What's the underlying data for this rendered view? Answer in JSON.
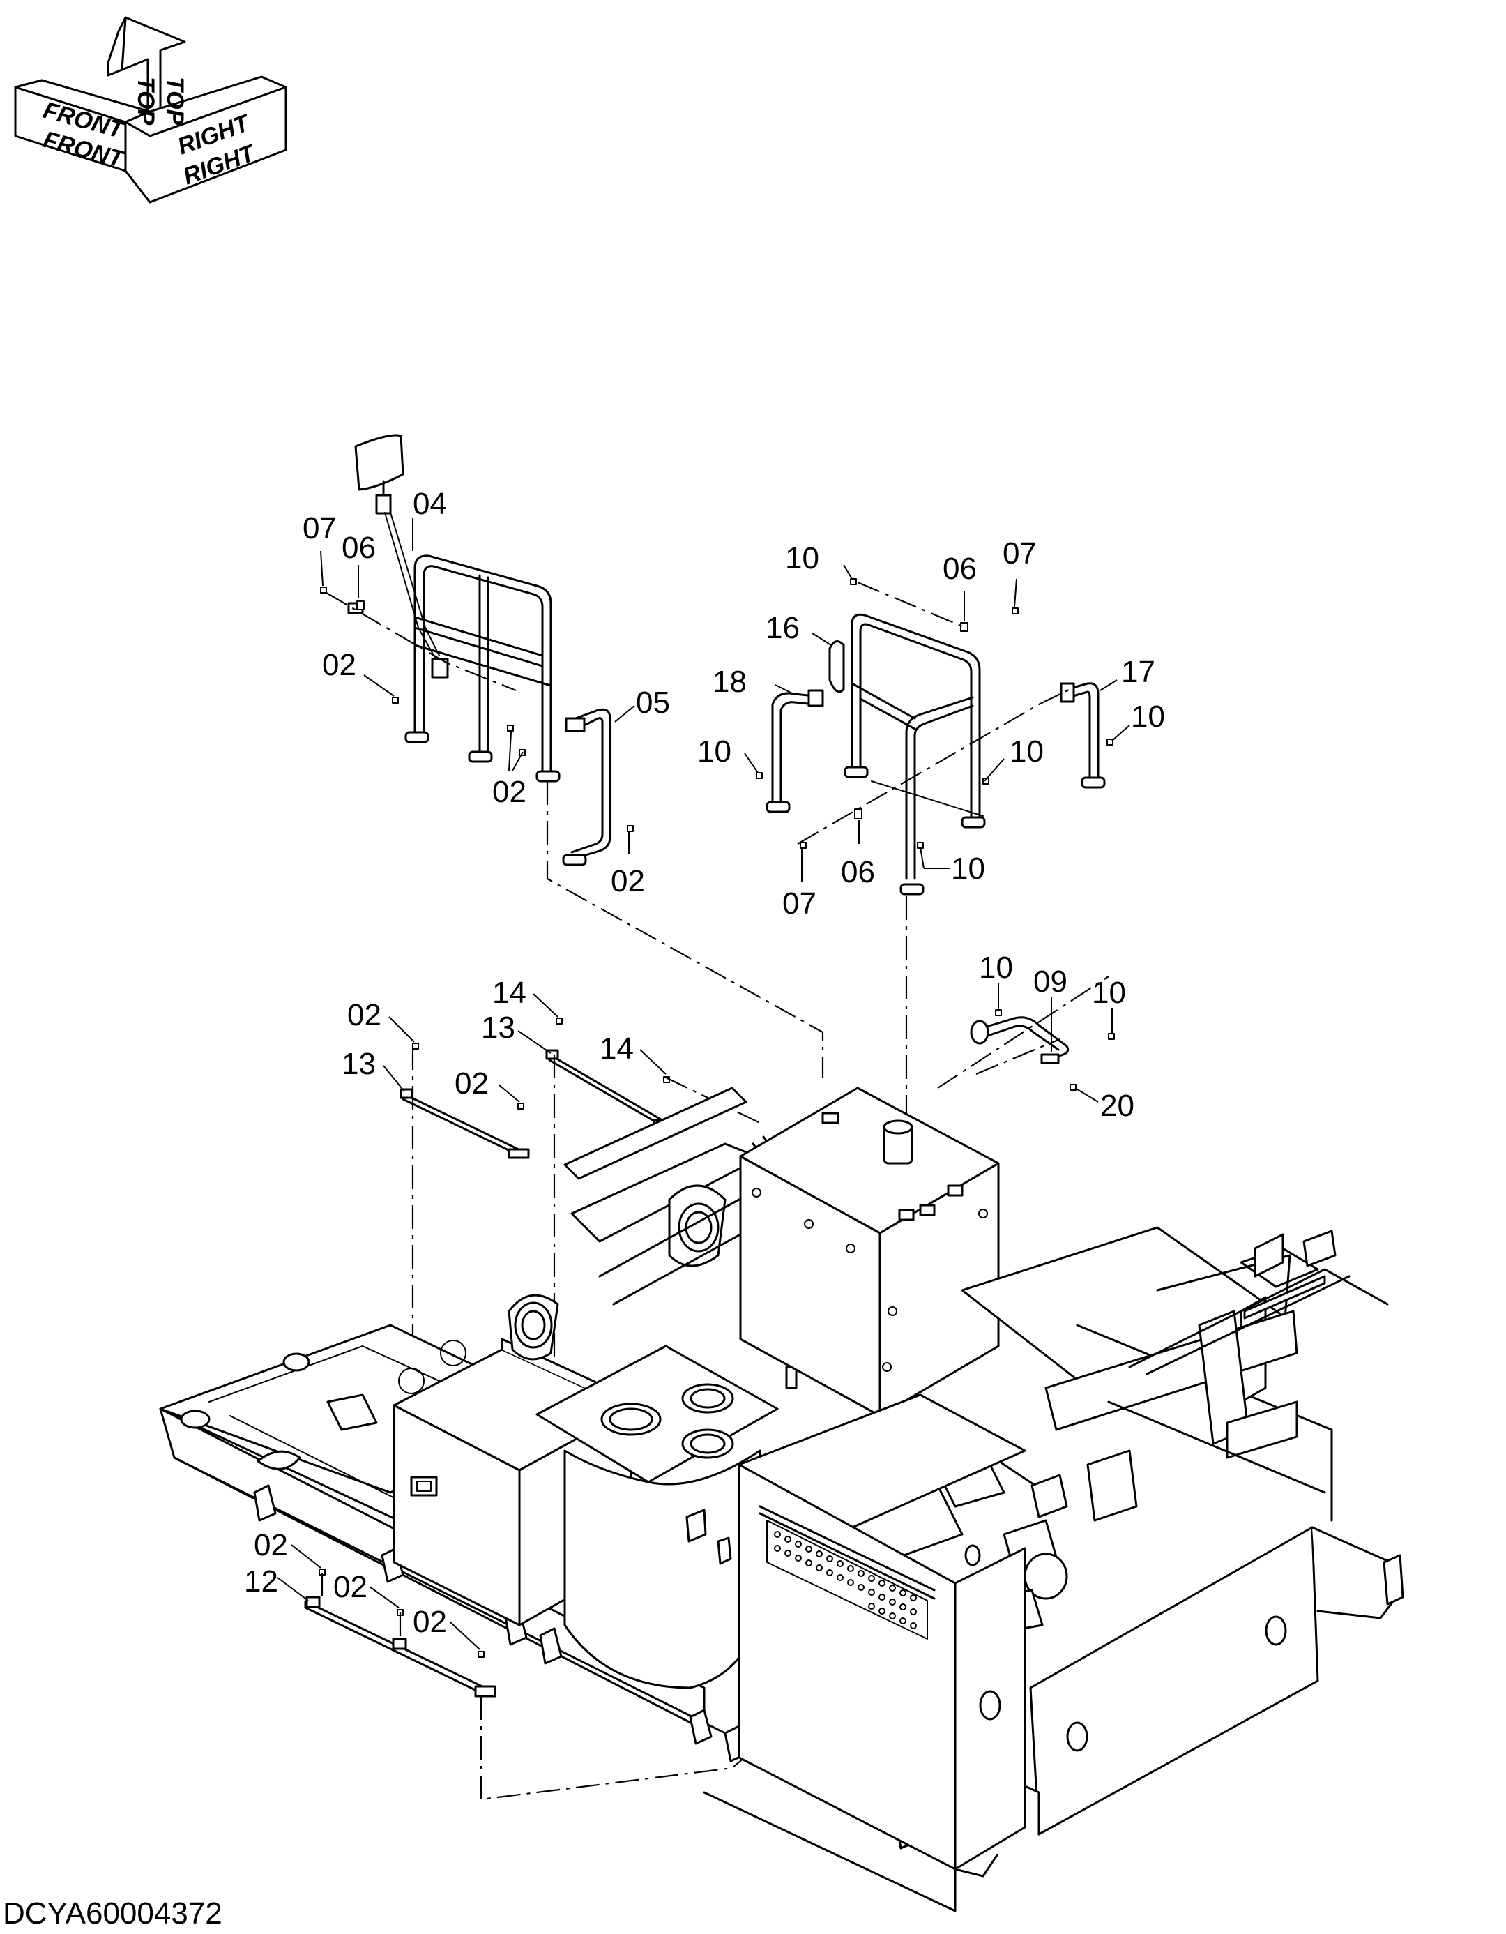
{
  "drawing_code": "DCYA60004372",
  "orientation": {
    "front_labels": [
      "FRONT",
      "FRONT"
    ],
    "top_labels": [
      "TOP",
      "TOP"
    ],
    "right_labels": [
      "RIGHT",
      "RIGHT"
    ]
  },
  "callouts": [
    {
      "id": "c-04",
      "text": "04"
    },
    {
      "id": "c-07a",
      "text": "07"
    },
    {
      "id": "c-06a",
      "text": "06"
    },
    {
      "id": "c-02a",
      "text": "02"
    },
    {
      "id": "c-05",
      "text": "05"
    },
    {
      "id": "c-02b",
      "text": "02"
    },
    {
      "id": "c-02c",
      "text": "02"
    },
    {
      "id": "c-10a",
      "text": "10"
    },
    {
      "id": "c-06b",
      "text": "06"
    },
    {
      "id": "c-07b",
      "text": "07"
    },
    {
      "id": "c-16",
      "text": "16"
    },
    {
      "id": "c-18",
      "text": "18"
    },
    {
      "id": "c-17",
      "text": "17"
    },
    {
      "id": "c-10b",
      "text": "10"
    },
    {
      "id": "c-10c",
      "text": "10"
    },
    {
      "id": "c-10d",
      "text": "10"
    },
    {
      "id": "c-07c",
      "text": "07"
    },
    {
      "id": "c-06c",
      "text": "06"
    },
    {
      "id": "c-10e",
      "text": "10"
    },
    {
      "id": "c-10f",
      "text": "10"
    },
    {
      "id": "c-09",
      "text": "09"
    },
    {
      "id": "c-10g",
      "text": "10"
    },
    {
      "id": "c-20",
      "text": "20"
    },
    {
      "id": "c-14a",
      "text": "14"
    },
    {
      "id": "c-13a",
      "text": "13"
    },
    {
      "id": "c-14b",
      "text": "14"
    },
    {
      "id": "c-02d",
      "text": "02"
    },
    {
      "id": "c-13b",
      "text": "13"
    },
    {
      "id": "c-02e",
      "text": "02"
    },
    {
      "id": "c-02f",
      "text": "02"
    },
    {
      "id": "c-12",
      "text": "12"
    },
    {
      "id": "c-02g",
      "text": "02"
    },
    {
      "id": "c-02h",
      "text": "02"
    }
  ]
}
